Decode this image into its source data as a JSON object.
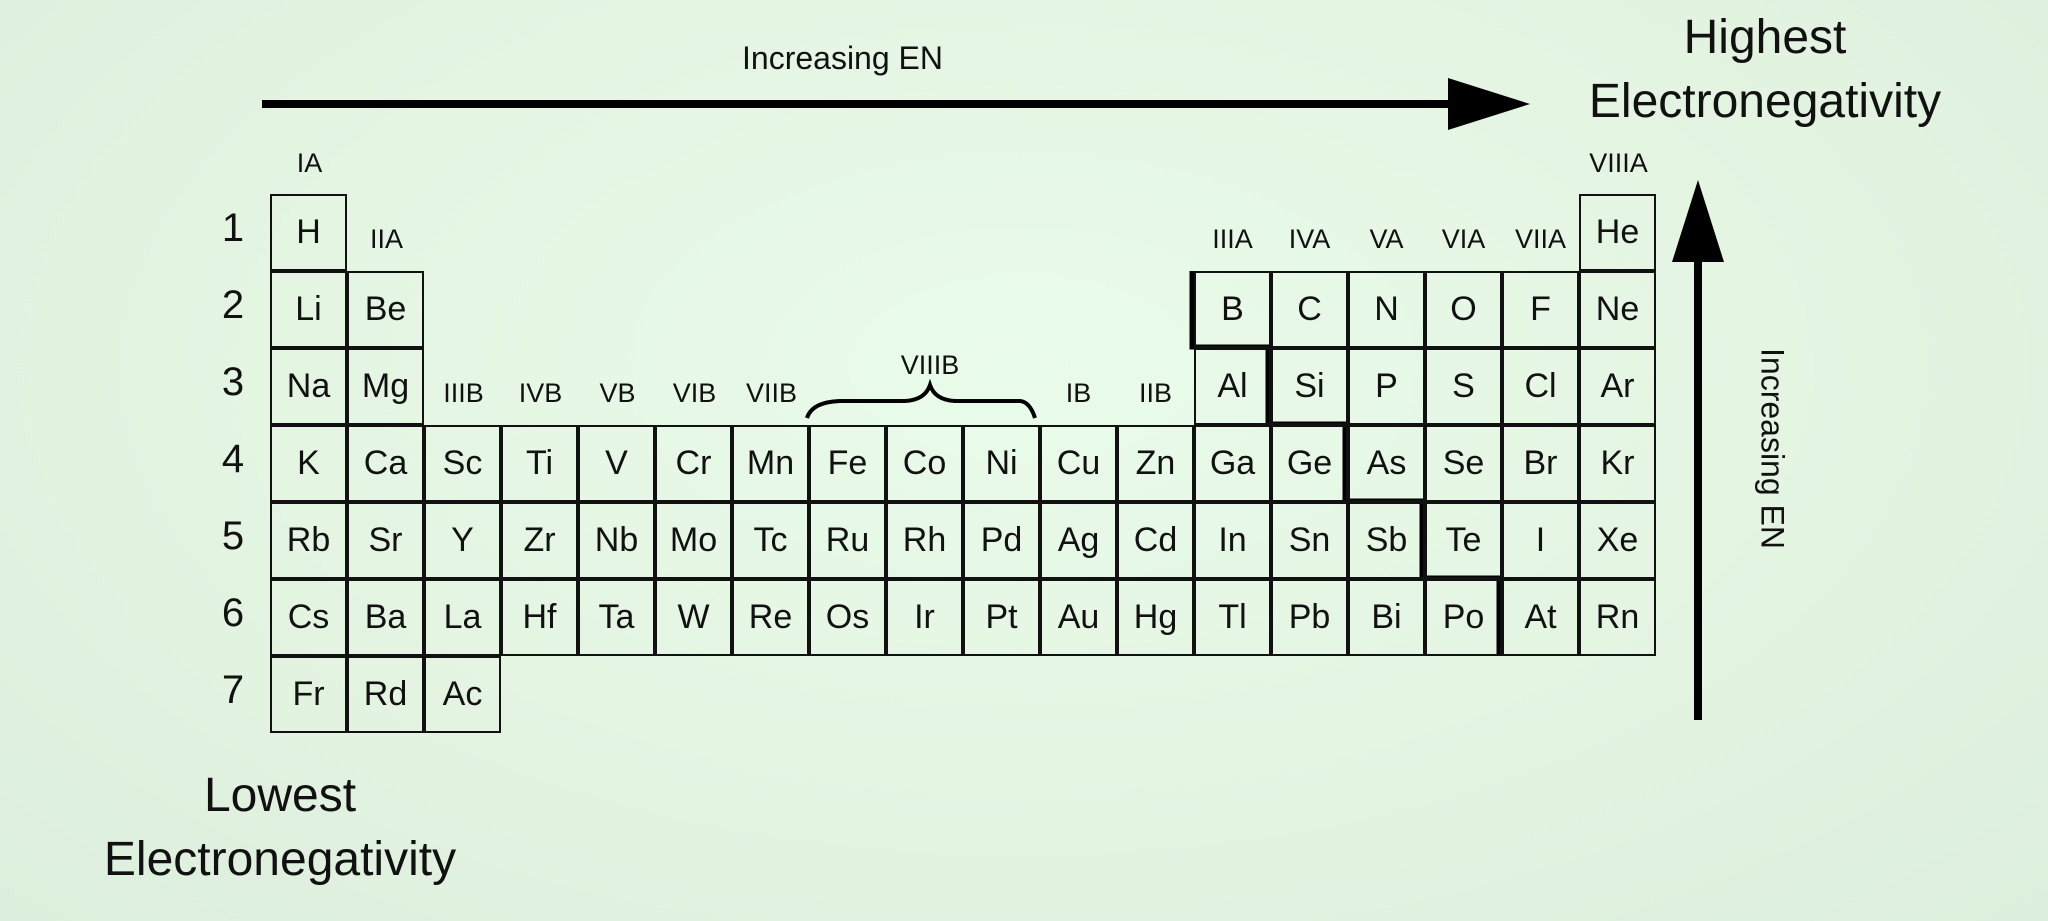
{
  "title_top_right": "Highest Electronegativity",
  "title_bottom_left": "Lowest Electronegativity",
  "arrow_horizontal_label": "Increasing EN",
  "arrow_vertical_label": "Increasing EN",
  "period_labels": [
    "1",
    "2",
    "3",
    "4",
    "5",
    "6",
    "7"
  ],
  "group_labels": {
    "IA": "IA",
    "IIA": "IIA",
    "IIIB": "IIIB",
    "IVB": "IVB",
    "VB": "VB",
    "VIB": "VIB",
    "VIIB": "VIIB",
    "VIIIB": "VIIIB",
    "IB": "IB",
    "IIB": "IIB",
    "IIIA": "IIIA",
    "IVA": "IVA",
    "VA": "VA",
    "VIA": "VIA",
    "VIIA": "VIIA",
    "VIIIA": "VIIIA"
  },
  "rows": [
    [
      "H",
      null,
      null,
      null,
      null,
      null,
      null,
      null,
      null,
      null,
      null,
      null,
      null,
      null,
      null,
      null,
      null,
      "He"
    ],
    [
      "Li",
      "Be",
      null,
      null,
      null,
      null,
      null,
      null,
      null,
      null,
      null,
      null,
      "B",
      "C",
      "N",
      "O",
      "F",
      "Ne"
    ],
    [
      "Na",
      "Mg",
      null,
      null,
      null,
      null,
      null,
      null,
      null,
      null,
      null,
      null,
      "Al",
      "Si",
      "P",
      "S",
      "Cl",
      "Ar"
    ],
    [
      "K",
      "Ca",
      "Sc",
      "Ti",
      "V",
      "Cr",
      "Mn",
      "Fe",
      "Co",
      "Ni",
      "Cu",
      "Zn",
      "Ga",
      "Ge",
      "As",
      "Se",
      "Br",
      "Kr"
    ],
    [
      "Rb",
      "Sr",
      "Y",
      "Zr",
      "Nb",
      "Mo",
      "Tc",
      "Ru",
      "Rh",
      "Pd",
      "Ag",
      "Cd",
      "In",
      "Sn",
      "Sb",
      "Te",
      "I",
      "Xe"
    ],
    [
      "Cs",
      "Ba",
      "La",
      "Hf",
      "Ta",
      "W",
      "Re",
      "Os",
      "Ir",
      "Pt",
      "Au",
      "Hg",
      "Tl",
      "Pb",
      "Bi",
      "Po",
      "At",
      "Rn"
    ],
    [
      "Fr",
      "Rd",
      "Ac",
      null,
      null,
      null,
      null,
      null,
      null,
      null,
      null,
      null,
      null,
      null,
      null,
      null,
      null,
      null
    ]
  ]
}
